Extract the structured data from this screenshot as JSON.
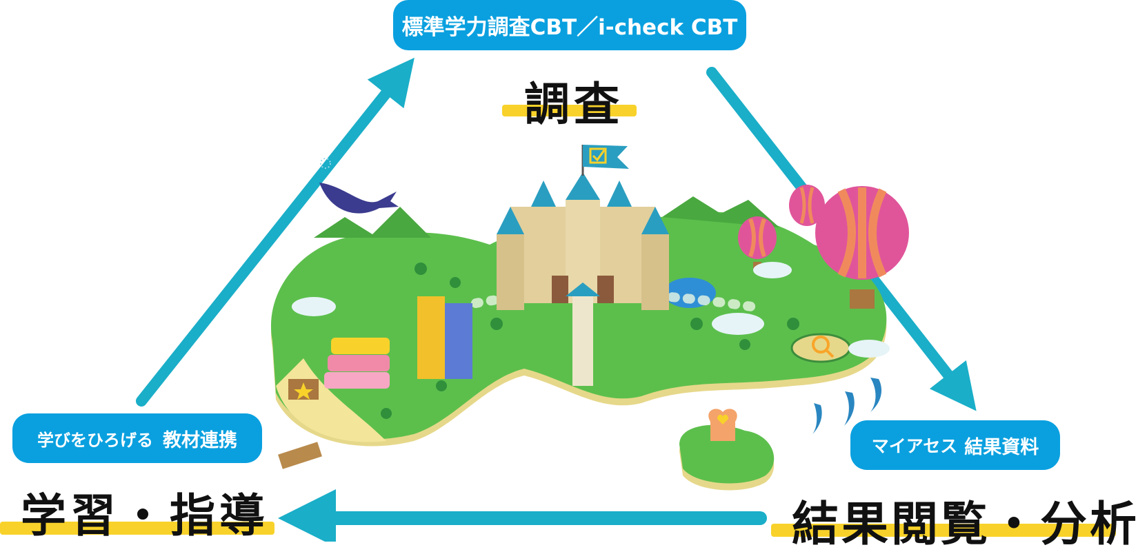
{
  "stages": {
    "survey": {
      "button": "標準学力調査CBT／i-check CBT",
      "title": "調査"
    },
    "results": {
      "button_small": "マイアセス",
      "button_big": "結果資料",
      "title": "結果閲覧・分析"
    },
    "learning": {
      "button_small": "学びをひろげる",
      "button_big": "教材連携",
      "title": "学習・指導"
    }
  },
  "colors": {
    "pill": "#0aa0df",
    "arrow": "#1aaec8",
    "highlight": "#f8d22a",
    "grass": "#5cbf4c",
    "sand": "#f3e59a",
    "castle": "#e2cf9c",
    "roof": "#2a9ec0",
    "balloon_pink": "#e0559a",
    "balloon_orange": "#f08a5d"
  },
  "icons": [
    "whale-icon",
    "castle-icon",
    "balloon-icon",
    "dolphin-icon",
    "book-stack-icon",
    "magnifier-icon",
    "star-sign-icon",
    "heart-house-icon",
    "flag-check-icon"
  ]
}
